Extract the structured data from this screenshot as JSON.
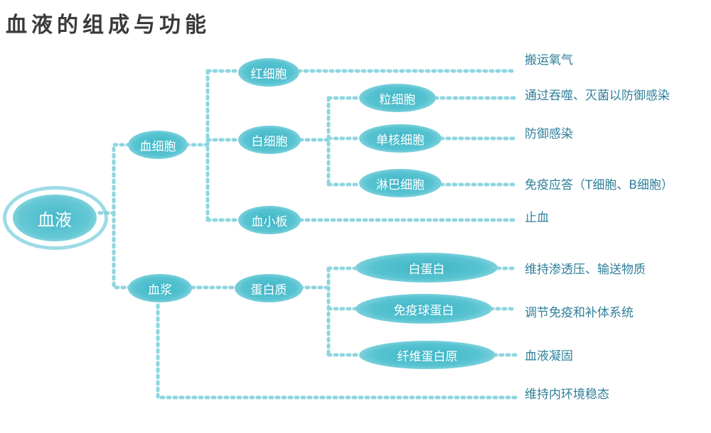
{
  "title": "血液的组成与功能",
  "nodes": {
    "root": "血液",
    "blood_cells": "血细胞",
    "plasma": "血浆",
    "rbc": "红细胞",
    "wbc": "白细胞",
    "platelet": "血小板",
    "granulocyte": "粒细胞",
    "monocyte": "单核细胞",
    "lymphocyte": "淋巴细胞",
    "protein": "蛋白质",
    "albumin": "白蛋白",
    "globulin": "免疫球蛋白",
    "fibrinogen": "纤维蛋白原"
  },
  "functions": {
    "rbc": "搬运氧气",
    "granulocyte": "通过吞噬、灭菌以防御感染",
    "monocyte": "防御感染",
    "lymphocyte": "免疫应答（T细胞、B细胞）",
    "platelet": "止血",
    "albumin": "维持渗透压、输送物质",
    "globulin": "调节免疫和补体系统",
    "fibrinogen": "血液凝固",
    "plasma": "维持内环境稳态"
  },
  "colors": {
    "accent": "#4dbdcc",
    "link": "#8fd6df",
    "leaf_text": "#2f7f9a",
    "title_text": "#3a3a3a"
  }
}
